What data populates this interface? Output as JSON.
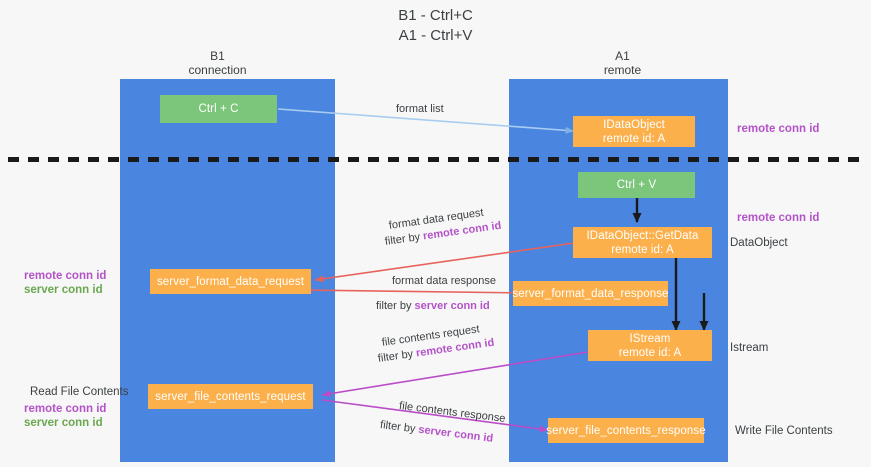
{
  "title": {
    "line1": "B1 - Ctrl+C",
    "line2": "A1 - Ctrl+V"
  },
  "columns": [
    {
      "name": "B1",
      "subtitle": "connection"
    },
    {
      "name": "A1",
      "subtitle": "remote"
    }
  ],
  "colors": {
    "lane": "#4a86e0",
    "green_node": "#7bc67b",
    "orange_node": "#fbb04c",
    "purple_text": "#b453c8",
    "green_text": "#6aa84f",
    "light_blue_arrow": "#a9cdf0",
    "red_arrow": "#e8625c",
    "black_arrow": "#1a1a1a",
    "magenta_arrow": "#bb4cc8",
    "background": "#f7f7f7"
  },
  "nodes": {
    "ctrl_c": {
      "line1": "Ctrl + C",
      "line2": ""
    },
    "idataobject": {
      "line1": "IDataObject",
      "line2": "remote id: A"
    },
    "ctrl_v": {
      "line1": "Ctrl + V",
      "line2": ""
    },
    "getdata": {
      "line1": "IDataObject::GetData",
      "line2": "remote id: A"
    },
    "server_format_data_request": {
      "line1": "server_format_data_request",
      "line2": ""
    },
    "server_format_data_response": {
      "line1": "server_format_data_response",
      "line2": ""
    },
    "istream": {
      "line1": "IStream",
      "line2": "remote id: A"
    },
    "server_file_contents_request": {
      "line1": "server_file_contents_request",
      "line2": ""
    },
    "server_file_contents_response": {
      "line1": "server_file_contents_response",
      "line2": ""
    }
  },
  "edge_labels": {
    "format_list": "format list",
    "format_data_request": "format data request",
    "format_data_request_filter_prefix": "filter by ",
    "format_data_request_filter_key": "remote conn id",
    "format_data_response": "format data response",
    "format_data_response_filter_prefix": "filter by ",
    "format_data_response_filter_key": "server conn id",
    "file_contents_request": "file contents request",
    "file_contents_request_filter_prefix": "filter by ",
    "file_contents_request_filter_key": "remote conn id",
    "file_contents_response": "file contents response",
    "file_contents_response_filter_prefix": "filter by ",
    "file_contents_response_filter_key": "server conn id"
  },
  "annotations": {
    "right_remote_conn_id_top": "remote conn id",
    "right_remote_conn_id_mid": "remote conn id",
    "right_dataobject": "DataObject",
    "right_istream": "Istream",
    "right_write_file_contents": "Write File Contents",
    "left_remote_conn_id_mid": "remote conn id",
    "left_server_conn_id_mid": "server conn id",
    "left_read_file_contents": "Read File Contents",
    "left_remote_conn_id_bottom": "remote conn id",
    "left_server_conn_id_bottom": "server conn id"
  }
}
